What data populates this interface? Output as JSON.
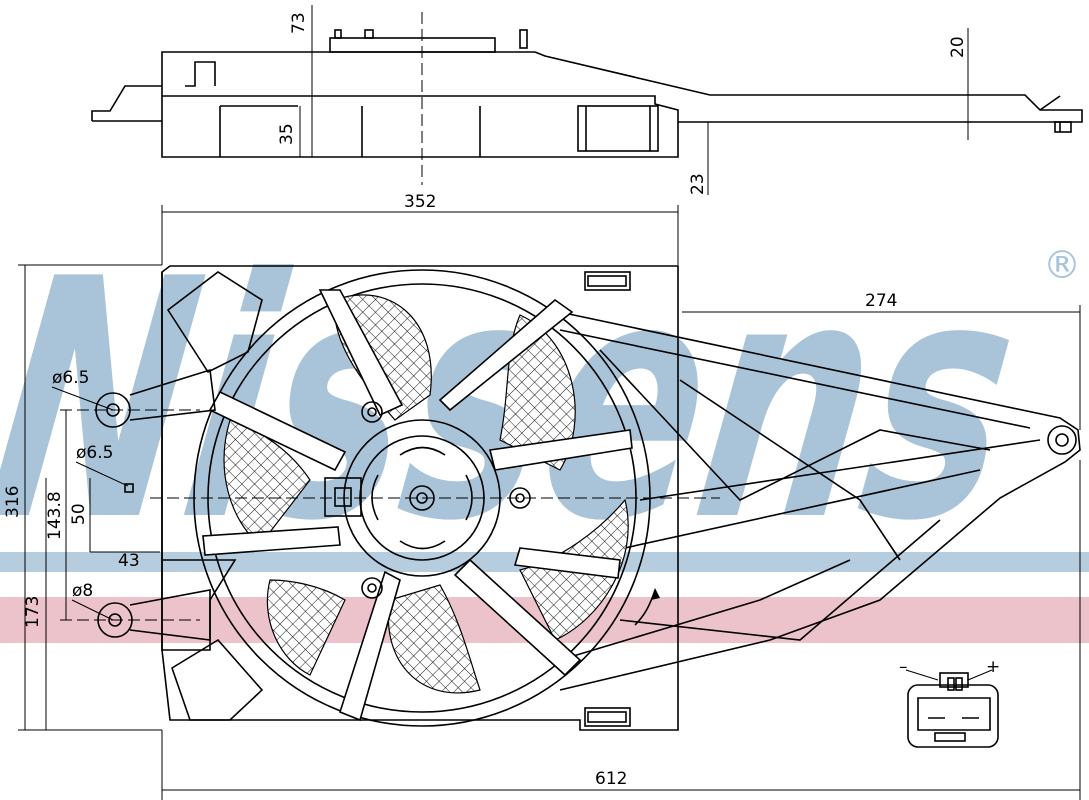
{
  "brand": {
    "watermark": "Nissens",
    "registered": "®",
    "watermark_color": "#a9c4d9"
  },
  "stripes": {
    "blue": "#a9c4d9",
    "red": "#e8b4be"
  },
  "dimensions": {
    "top_height": "73",
    "right_offset": "20",
    "depth_35": "35",
    "depth_23": "23",
    "width_352": "352",
    "arm_274": "274",
    "height_316": "316",
    "hole_a": "ø6.5",
    "hole_b": "ø6.5",
    "hole_c": "ø8",
    "height_143_8": "143.8",
    "height_50": "50",
    "offset_43": "43",
    "height_173": "173",
    "overall_612": "612"
  },
  "connector": {
    "minus": "–",
    "plus": "+"
  }
}
